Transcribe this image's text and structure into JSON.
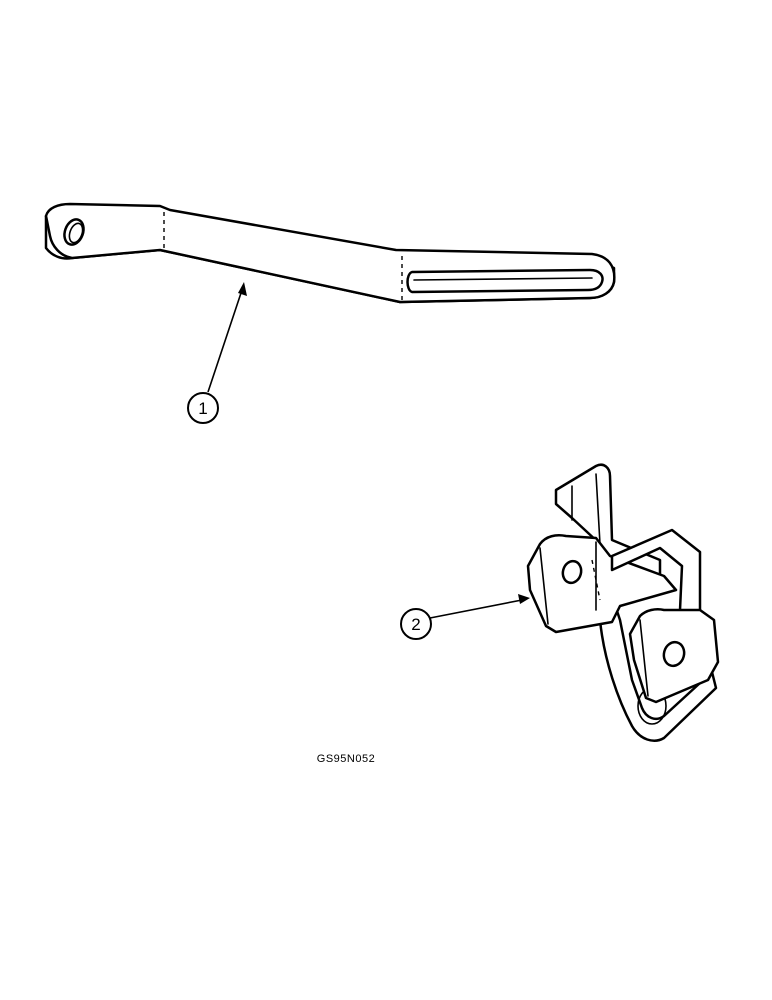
{
  "figure": {
    "code": "GS95N052"
  },
  "callouts": [
    {
      "number": "1",
      "part": "link-bar"
    },
    {
      "number": "2",
      "part": "bracket"
    }
  ],
  "colors": {
    "line": "#000000",
    "background": "#ffffff"
  }
}
